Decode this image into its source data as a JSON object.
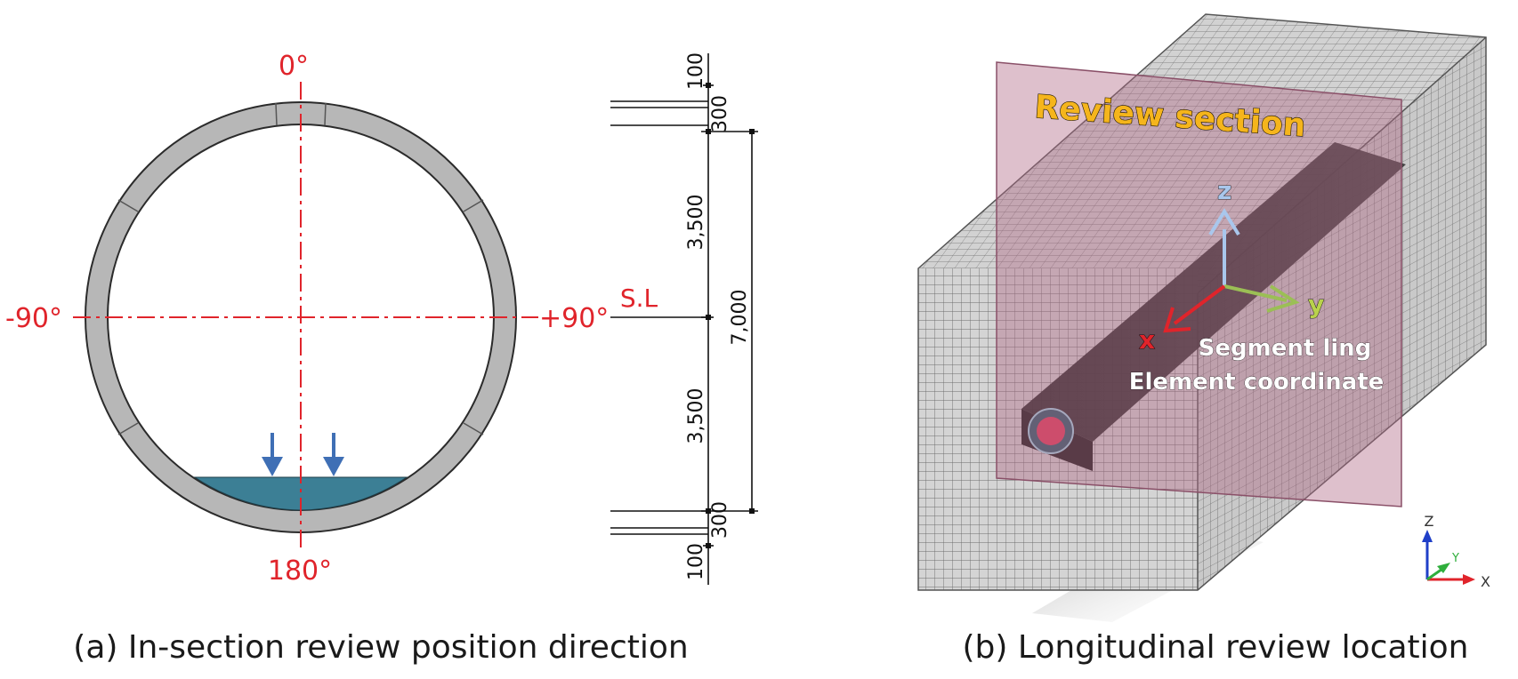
{
  "section_a": {
    "angle_top": "0°",
    "angle_left": "-90°",
    "angle_right": "+90°",
    "angle_bottom": "180°",
    "spring_line": "S.L",
    "dims": {
      "d100_top": "100",
      "d300_top": "300",
      "d3500_upper": "3,500",
      "d7000": "7,000",
      "d3500_lower": "3,500",
      "d300_bot": "300",
      "d100_bot": "100"
    },
    "colors": {
      "centerline": "#e0242b",
      "lining": "#b7b7b7",
      "water": "#3c7f95",
      "arrow": "#3f6fb5"
    },
    "caption": "(a) In-section review position direction"
  },
  "section_b": {
    "plane_label": "Review section",
    "axis_z": "z",
    "axis_y": "y",
    "axis_x": "x",
    "note_line1": "Segment ling",
    "note_line2": "Element coordinate",
    "triad_z": "Z",
    "triad_y": "Y",
    "triad_x": "X",
    "colors": {
      "plane": "#b06a86",
      "mesh": "#6b6b6b",
      "tunnel": "#2a2a2a",
      "label": "#f5b51c"
    },
    "caption": "(b) Longitudinal review location"
  }
}
